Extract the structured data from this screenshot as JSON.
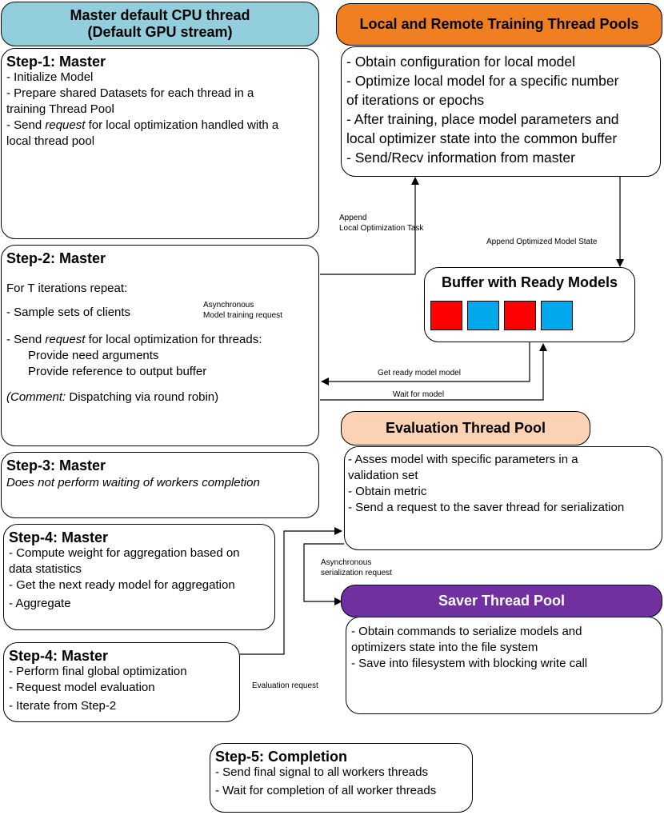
{
  "master_header": {
    "line1": "Master default CPU thread",
    "line2": "(Default GPU stream)",
    "color": "#93CEDC"
  },
  "step1": {
    "title": "Step-1: Master",
    "lines": [
      "- Initialize Model",
      "- Prepare shared Datasets for each thread in a",
      "training Thread Pool",
      "- Send ",
      "request",
      " for local optimization handled with a",
      "local thread pool"
    ]
  },
  "step2": {
    "title": "Step-2: Master",
    "repeat": "For T iterations repeat:",
    "sample": " - Sample sets of clients",
    "send_pre": " - Send ",
    "send_em": "request",
    "send_post": " for local optimization for threads:",
    "arg1": "Provide need arguments",
    "arg2": "Provide reference to output buffer",
    "comment_em": "(Comment:",
    "comment_rest": " Dispatching via round robin)"
  },
  "step3": {
    "title": "Step-3: Master",
    "text": "Does not perform waiting of workers completion"
  },
  "step4a": {
    "title": "Step-4: Master",
    "lines": [
      "- Compute weight for aggregation based on",
      "data statistics",
      "- Get the next ready model for aggregation",
      "- Aggregate"
    ]
  },
  "step4b": {
    "title": "Step-4: Master",
    "lines": [
      "- Perform final global optimization",
      "- Request model evaluation",
      "- Iterate from Step-2"
    ]
  },
  "step5": {
    "title": "Step-5: Completion",
    "lines": [
      "- Send final signal to all workers threads",
      "- Wait for completion of all worker threads"
    ]
  },
  "training_pool": {
    "title": "Local and Remote Training Thread Pools",
    "color": "#F07F22",
    "lines": [
      "- Obtain configuration for local model",
      "- Optimize local model for a specific number",
      "of iterations or epochs",
      "- After training, place model parameters and",
      "local optimizer state into the common buffer",
      "- Send/Recv information from master"
    ]
  },
  "buffer": {
    "title": "Buffer with Ready Models",
    "slot_colors": [
      "#FF0000",
      "#00A8EC",
      "#FF0000",
      "#00A8EC"
    ]
  },
  "eval_pool": {
    "title": "Evaluation Thread Pool",
    "color": "#FBD2B4",
    "lines": [
      "- Asses model with specific parameters in a",
      "validation set",
      "- Obtain metric",
      "- Send a request to the saver thread for serialization"
    ]
  },
  "saver_pool": {
    "title": "Saver Thread Pool",
    "color": "#7030A0",
    "lines": [
      "- Obtain commands to serialize models and",
      "optimizers state into the file system",
      "- Save into filesystem with blocking write call"
    ]
  },
  "labels": {
    "append_task_1": "Append",
    "append_task_2": "Local Optimization Task",
    "async_train_1": "Asynchronous",
    "async_train_2": "Model training request",
    "append_state": "Append Optimized Model State",
    "get_ready": "Get ready model model",
    "wait_model": "Wait for model",
    "async_ser_1": "Asynchronous",
    "async_ser_2": "serialization request",
    "eval_request": "Evaluation request"
  }
}
